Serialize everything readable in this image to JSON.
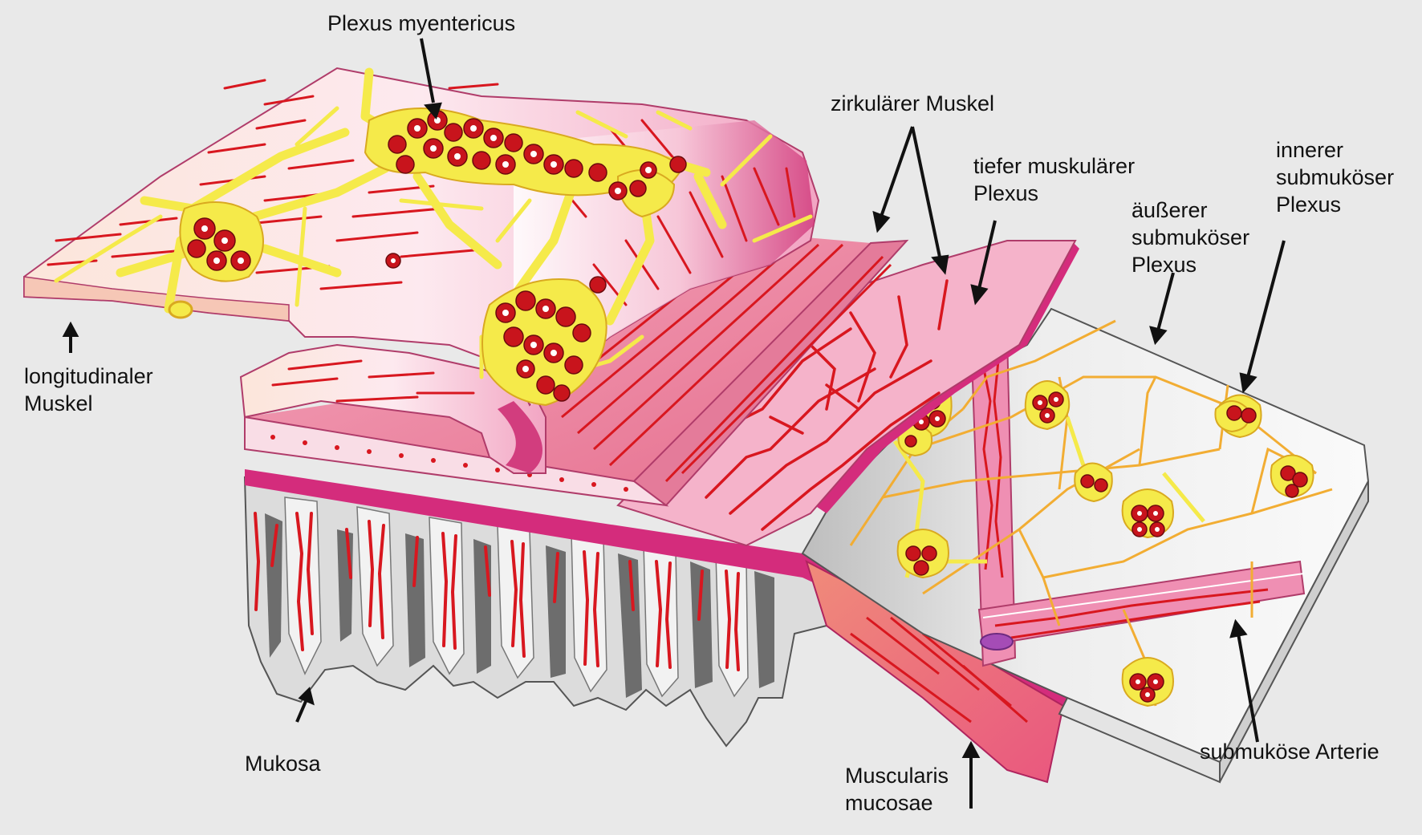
{
  "colors": {
    "background": "#e9e9e9",
    "muscle_pink": "#ec7fa6",
    "muscle_light": "#f9dde6",
    "nerve_yellow": "#f5ea4a",
    "nerve_orange": "#f2ad33",
    "blood_red": "#d8171f",
    "mucosa_grey": "#d9d9d9",
    "shadow_grey": "#6d6d6d"
  },
  "labels": {
    "plexus_myentericus": [
      "Plexus myentericus"
    ],
    "zirkulaerer_muskel": [
      "zirkulärer Muskel"
    ],
    "tiefer_plexus": [
      "tiefer muskulärer",
      "Plexus"
    ],
    "innerer_plexus": [
      "innerer",
      "submuköser",
      "Plexus"
    ],
    "aeusserer_plexus": [
      "äußerer",
      "submuköser",
      "Plexus"
    ],
    "longitudinaler_muskel": [
      "longitudinaler",
      "Muskel"
    ],
    "mukosa": [
      "Mukosa"
    ],
    "muscularis_mucosae": [
      "Muscularis",
      "mucosae"
    ],
    "submukoese_arterie": [
      "submuköse Arterie"
    ]
  }
}
